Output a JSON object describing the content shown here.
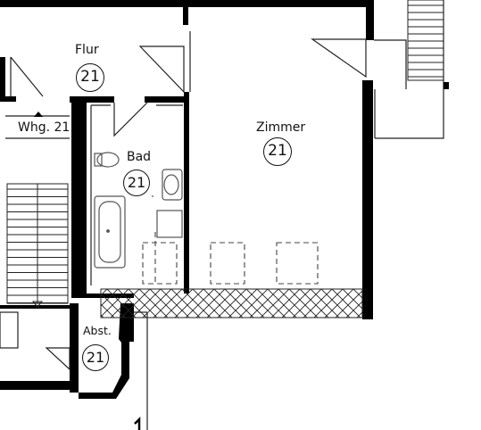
{
  "rooms": {
    "flur": {
      "name": "Flur",
      "number": "21"
    },
    "zimmer": {
      "name": "Zimmer",
      "number": "21"
    },
    "bad": {
      "name": "Bad",
      "number": "21"
    },
    "abst": {
      "name": "Abst.",
      "number": "21"
    }
  },
  "apartment_marker": {
    "label": "Whg. 21"
  },
  "colors": {
    "wall": "#000000",
    "line": "#222222",
    "fixture": "#555555",
    "dashed": "#444444",
    "background": "#ffffff"
  }
}
